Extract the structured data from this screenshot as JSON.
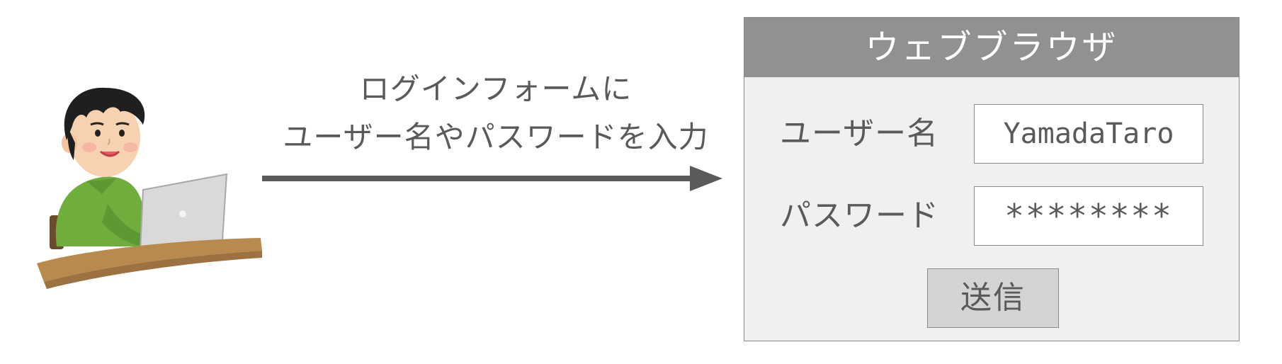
{
  "caption": {
    "line1": "ログインフォームに",
    "line2": "ユーザー名やパスワードを入力"
  },
  "browser": {
    "title": "ウェブブラウザ",
    "username_label": "ユーザー名",
    "username_value": "YamadaTaro",
    "password_label": "パスワード",
    "password_value": "********",
    "submit_label": "送信"
  },
  "colors": {
    "text": "#5a5a5a",
    "title_bar": "#919191",
    "window_bg": "#f0f0f0",
    "button_bg": "#d4d4d4",
    "arrow": "#5a5a5a",
    "shirt": "#6fae3c",
    "desk": "#b88a4e"
  },
  "illustration": {
    "subject": "person-at-laptop-icon"
  }
}
